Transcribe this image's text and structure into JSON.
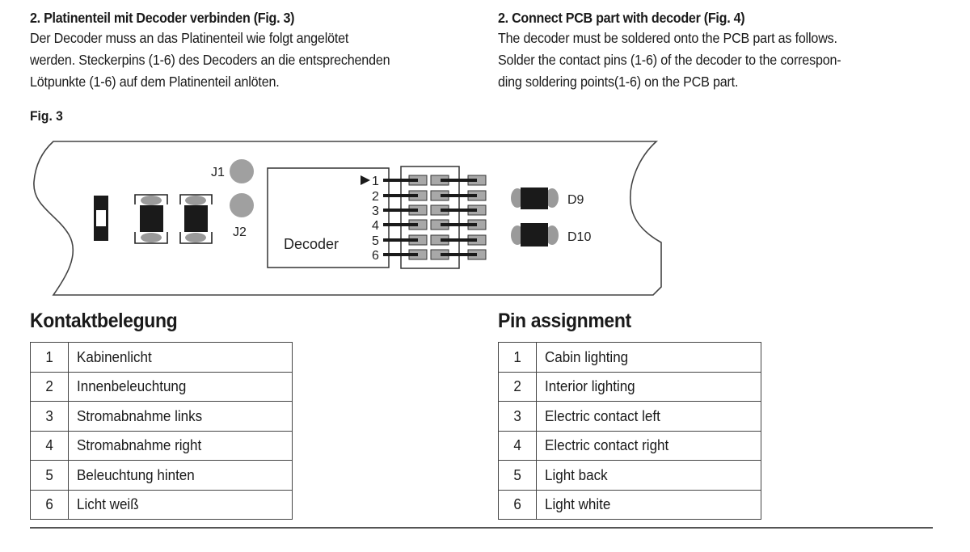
{
  "left_section": {
    "title": "2. Platinenteil mit Decoder verbinden  (Fig. 3)",
    "body_lines": [
      "Der Decoder muss an das Platinenteil wie folgt angelötet",
      "werden. Steckerpins (1-6) des Decoders an die entsprechenden",
      "Lötpunkte (1-6) auf dem Platinenteil anlöten."
    ]
  },
  "right_section": {
    "title": "2. Connect PCB part with decoder  (Fig. 4)",
    "body_lines": [
      "The decoder must be soldered onto the PCB part as follows.",
      "Solder the contact pins (1-6) of the decoder to the correspon-",
      "ding soldering points(1-6) on the PCB part."
    ]
  },
  "figure": {
    "label": "Fig. 3",
    "decoder_label": "Decoder",
    "jumpers": [
      "J1",
      "J2"
    ],
    "diodes": [
      "D9",
      "D10"
    ],
    "pin_numbers": [
      "1",
      "2",
      "3",
      "4",
      "5",
      "6"
    ],
    "pin1_marker": "arrow-right-icon"
  },
  "table_de": {
    "title": "Kontaktbelegung",
    "rows": [
      {
        "pin": "1",
        "label": "Kabinenlicht"
      },
      {
        "pin": "2",
        "label": "Innenbeleuchtung"
      },
      {
        "pin": "3",
        "label": "Stromabnahme links"
      },
      {
        "pin": "4",
        "label": "Stromabnahme right"
      },
      {
        "pin": "5",
        "label": "Beleuchtung hinten"
      },
      {
        "pin": "6",
        "label": "Licht weiß"
      }
    ]
  },
  "table_en": {
    "title": "Pin assignment",
    "rows": [
      {
        "pin": "1",
        "label": "Cabin lighting"
      },
      {
        "pin": "2",
        "label": "Interior lighting"
      },
      {
        "pin": "3",
        "label": "Electric contact left"
      },
      {
        "pin": "4",
        "label": "Electric contact right"
      },
      {
        "pin": "5",
        "label": "Light back"
      },
      {
        "pin": "6",
        "label": "Light white"
      }
    ]
  }
}
